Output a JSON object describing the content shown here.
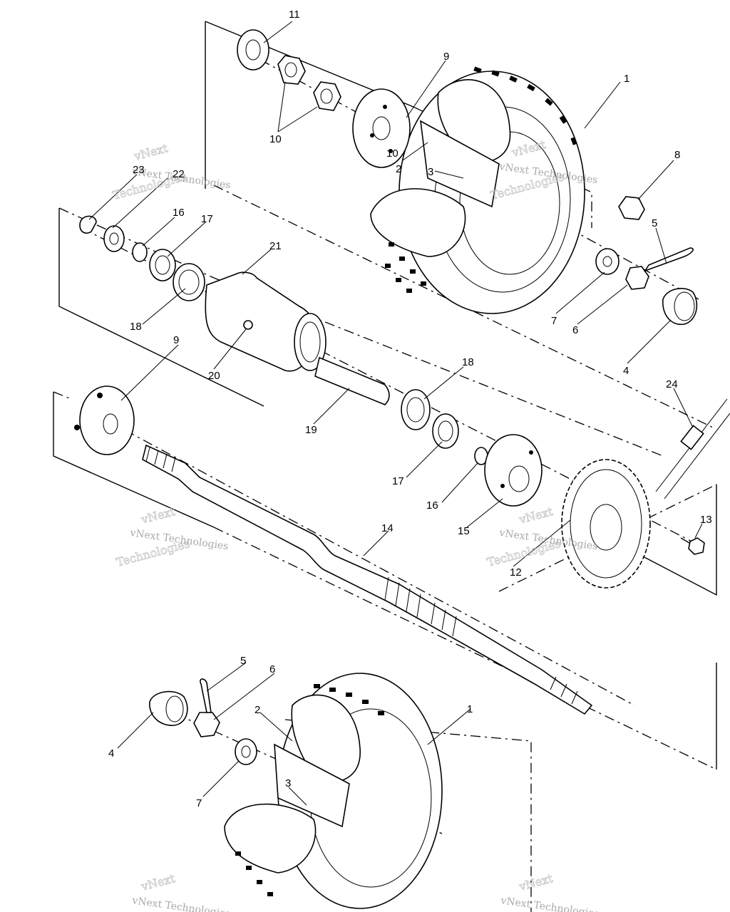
{
  "labels": {
    "l1_top": "1",
    "l11": "11",
    "l9_top": "9",
    "l10_a": "10",
    "l10_b": "10",
    "l2_top": "2",
    "l3_top": "3",
    "l8": "8",
    "l5_top": "5",
    "l7_top": "7",
    "l6_top": "6",
    "l4_top": "4",
    "l23": "23",
    "l22": "22",
    "l16_top": "16",
    "l17_top": "17",
    "l21": "21",
    "l18_top": "18",
    "l20": "20",
    "l9_mid": "9",
    "l18_mid": "18",
    "l19": "19",
    "l24": "24",
    "l17_mid": "17",
    "l16_mid": "16",
    "l15": "15",
    "l13": "13",
    "l14": "14",
    "l12": "12",
    "l5_bot": "5",
    "l6_bot": "6",
    "l2_bot": "2",
    "l1_bot": "1",
    "l4_bot": "4",
    "l7_bot": "7",
    "l3_bot": "3"
  },
  "watermark": {
    "text_a": "vNext",
    "text_b": "Technologies",
    "text_full": "vNext Technologies"
  }
}
